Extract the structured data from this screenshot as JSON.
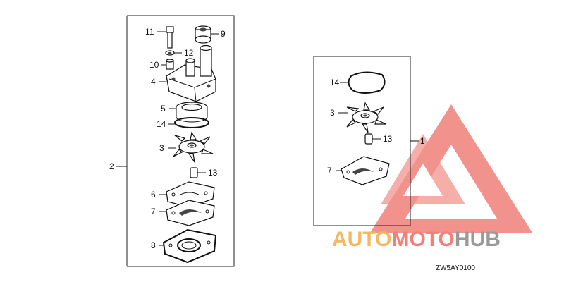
{
  "diagram": {
    "code": "ZW5AY0100",
    "assemblies": [
      {
        "id": "2",
        "label": "2"
      },
      {
        "id": "1",
        "label": "1"
      }
    ],
    "callouts": {
      "left": {
        "p11": "11",
        "p9": "9",
        "p12": "12",
        "p10": "10",
        "p4": "4",
        "p5": "5",
        "p14": "14",
        "p3": "3",
        "p13": "13",
        "p6": "6",
        "p7": "7",
        "p8": "8"
      },
      "right": {
        "p14": "14",
        "p3": "3",
        "p13": "13",
        "p7": "7"
      }
    }
  },
  "watermark": {
    "brand_part1": "AUTO",
    "brand_part2": "MOTO",
    "brand_part3": "HUB",
    "colors": {
      "red": "#f08078",
      "orange": "#f4b860",
      "grey": "#999999"
    }
  }
}
